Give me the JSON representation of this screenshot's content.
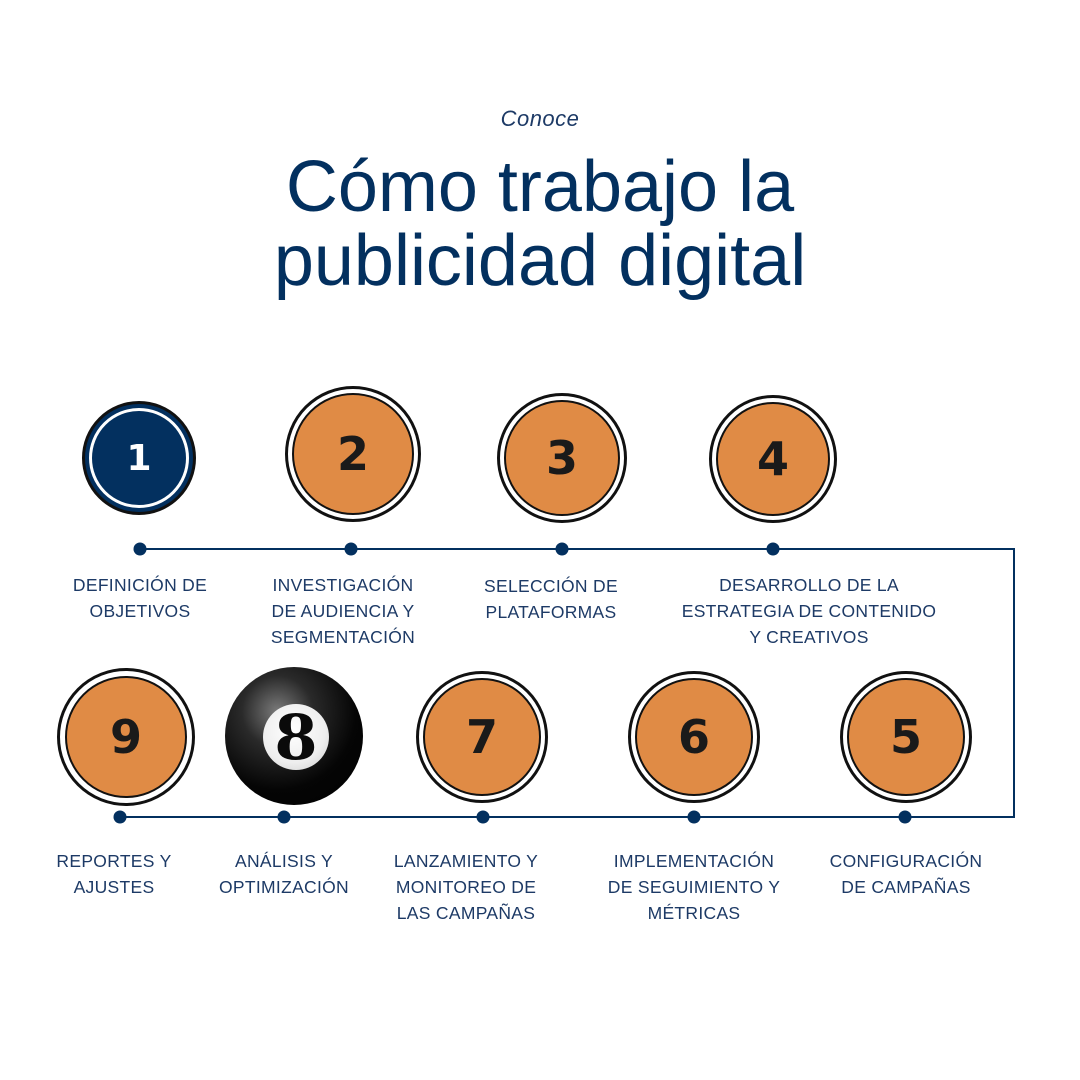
{
  "header": {
    "eyebrow": "Conoce",
    "title_line1": "Cómo trabajo la",
    "title_line2": "publicidad digital"
  },
  "colors": {
    "navy": "#03305f",
    "orange": "#e08b45",
    "text": "#1d3a66"
  },
  "steps": [
    {
      "number": "1",
      "label": "DEFINICIÓN DE\nOBJETIVOS",
      "style": "navy"
    },
    {
      "number": "2",
      "label": "INVESTIGACIÓN\nDE AUDIENCIA Y\nSEGMENTACIÓN",
      "style": "orange"
    },
    {
      "number": "3",
      "label": "SELECCIÓN DE\nPLATAFORMAS",
      "style": "orange"
    },
    {
      "number": "4",
      "label": "DESARROLLO DE LA\nESTRATEGIA DE CONTENIDO\nY CREATIVOS",
      "style": "orange"
    },
    {
      "number": "5",
      "label": "CONFIGURACIÓN\nDE CAMPAÑAS",
      "style": "orange"
    },
    {
      "number": "6",
      "label": "IMPLEMENTACIÓN\nDE SEGUIMIENTO Y\nMÉTRICAS",
      "style": "orange"
    },
    {
      "number": "7",
      "label": "LANZAMIENTO Y\nMONITOREO DE\nLAS CAMPAÑAS",
      "style": "orange"
    },
    {
      "number": "8",
      "label": "ANÁLISIS Y\nOPTIMIZACIÓN",
      "style": "black"
    },
    {
      "number": "9",
      "label": "REPORTES Y\nAJUSTES",
      "style": "orange"
    }
  ]
}
